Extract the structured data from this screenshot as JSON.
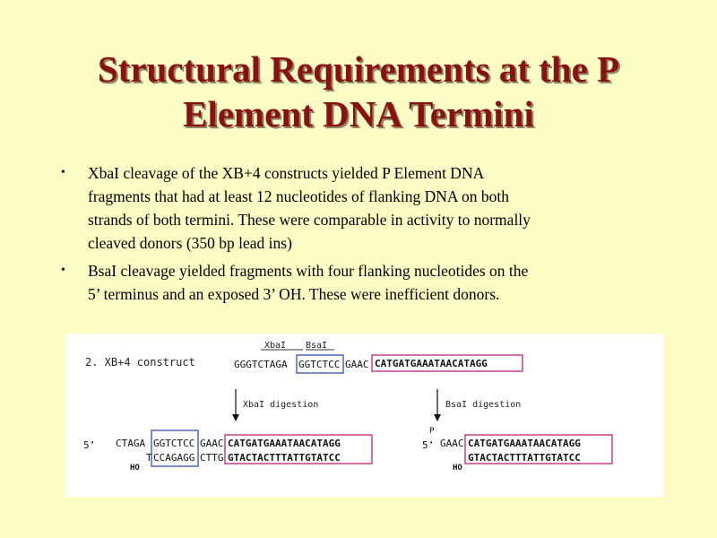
{
  "slide": {
    "title_line1": "Structural Requirements at the P",
    "title_line2": "Element DNA Termini",
    "bullets": [
      {
        "lines": [
          "XbaI cleavage of the XB+4 constructs yielded P Element DNA",
          "fragments that had at least 12 nucleotides of flanking DNA on both",
          "strands of both termini. These were comparable in activity to normally",
          "cleaved donors (350 bp lead ins)"
        ]
      },
      {
        "lines": [
          "BsaI cleavage yielded fragments with four flanking nucleotides on the",
          "5’ terminus and an exposed 3’ OH.  These were inefficient donors."
        ]
      }
    ]
  },
  "figure": {
    "construct_label": "2. XB+4 construct",
    "xbai_site_label": "XbaI",
    "bsai_site_label": "BsaI",
    "top_seq_left": "GGGTCTAGA",
    "top_seq_bsai": "GGTCTCC",
    "top_seq_gap": "GAAC",
    "top_seq_p_end": "CATGATGAAATAACATAGG",
    "xbai_digestion_label": "XbaI digestion",
    "bsai_digestion_label": "BsaI digestion",
    "left_five_prime": "5’",
    "left_top_flank": "CTAGA",
    "left_top_box": "GGTCTCC",
    "left_top_gap": "GAAC",
    "left_top_p_end": "CATGATGAAATAACATAGG",
    "left_bottom_flank": "T",
    "left_bottom_box": "CCAGAGG",
    "left_bottom_gap": "CTTG",
    "left_bottom_p_end": "GTACTACTTTATTGTATCC",
    "left_ho": "HO",
    "right_p": "P",
    "right_five_prime": "5’",
    "right_top_gap": "GAAC",
    "right_top_p_end": "CATGATGAAATAACATAGG",
    "right_bottom_p_end": "GTACTACTTTATTGTATCC",
    "right_ho": "HO",
    "colors": {
      "background": "#FCFCC4",
      "title": "#8B1010",
      "p_end_box": "#C02080",
      "bsai_box": "#3050B0"
    }
  }
}
